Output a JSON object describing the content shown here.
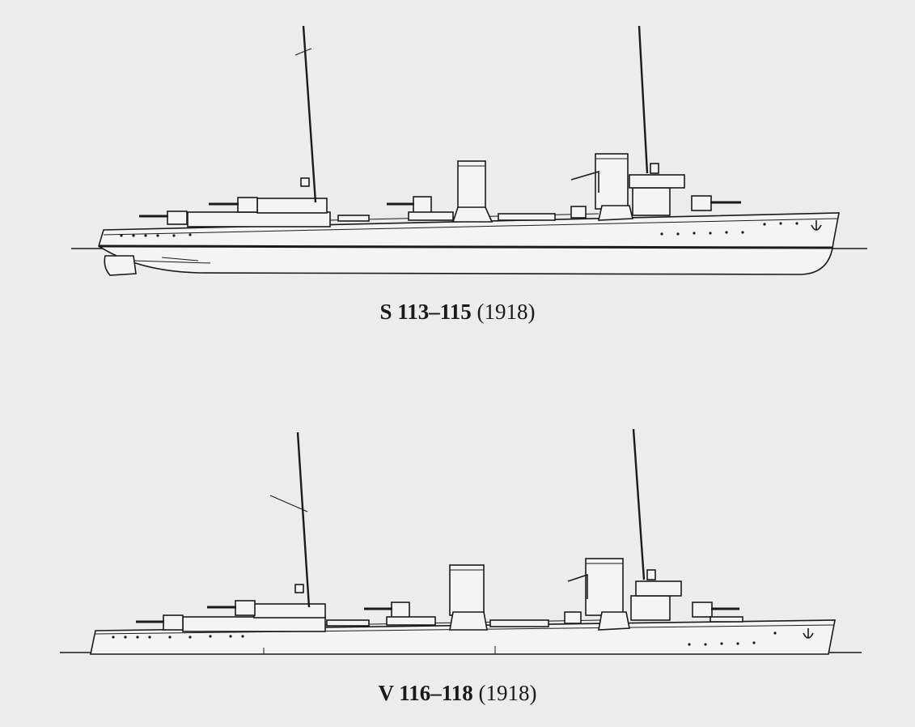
{
  "drawings": [
    {
      "class_label": "S 113–115",
      "year_label": "(1918)"
    },
    {
      "class_label": "V 116–118",
      "year_label": "(1918)"
    }
  ],
  "colors": {
    "ink": "#1a1a1a",
    "paper": "#ececec",
    "hull_fill": "#f4f4f4"
  }
}
